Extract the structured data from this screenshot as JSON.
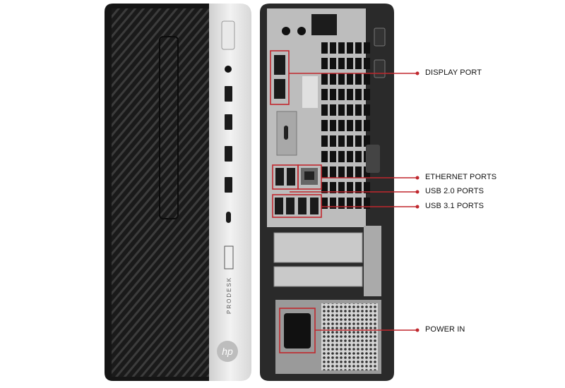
{
  "front": {
    "brand_text": "PRODESK",
    "logo_text": "hp"
  },
  "callouts": [
    {
      "label": "DISPLAY PORT"
    },
    {
      "label": "ETHERNET PORTS"
    },
    {
      "label": "USB 2.0 PORTS"
    },
    {
      "label": "USB 3.1 PORTS"
    },
    {
      "label": "POWER IN"
    }
  ],
  "colors": {
    "callout": "#c0272d",
    "chassis": "#1e1e1e",
    "silver": "#e4e4e4",
    "rear_panel": "#bdbdbd"
  }
}
